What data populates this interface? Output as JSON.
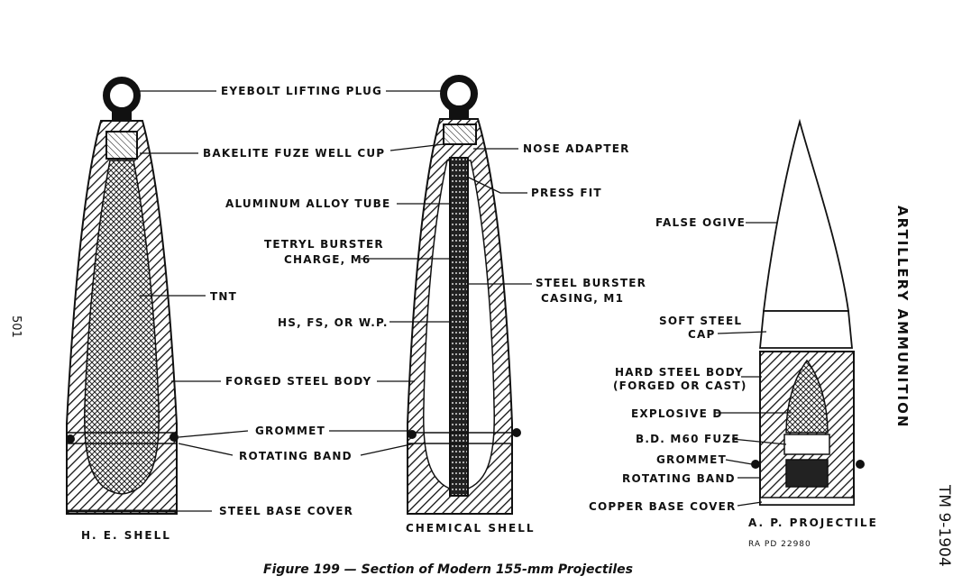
{
  "figure": {
    "caption": "Figure 199 — Section of Modern 155-mm Projectiles",
    "page_number": "501",
    "side_title": "ARTILLERY AMMUNITION",
    "manual_number": "TM 9-1904",
    "reference": "RA PD 22980"
  },
  "shells": {
    "he": {
      "caption": "H. E. SHELL"
    },
    "chemical": {
      "caption": "CHEMICAL SHELL"
    },
    "ap": {
      "caption": "A. P. PROJECTILE"
    }
  },
  "labels": {
    "eyebolt": "EYEBOLT LIFTING PLUG",
    "bakelite": "BAKELITE FUZE WELL CUP",
    "tnt": "TNT",
    "forged_body": "FORGED STEEL BODY",
    "grommet": "GROMMET",
    "rotating_band": "ROTATING BAND",
    "base_cover": "STEEL BASE COVER",
    "nose_adapter": "NOSE ADAPTER",
    "press_fit": "PRESS FIT",
    "aluminum_tube": "ALUMINUM ALLOY TUBE",
    "tetryl_1": "TETRYL BURSTER",
    "tetryl_2": "CHARGE, M6",
    "burster_casing_1": "STEEL BURSTER",
    "burster_casing_2": "CASING, M1",
    "filler": "HS, FS, OR W.P.",
    "false_ogive": "FALSE OGIVE",
    "soft_cap_1": "SOFT STEEL",
    "soft_cap_2": "CAP",
    "hard_body_1": "HARD STEEL BODY",
    "hard_body_2": "(FORGED OR CAST)",
    "explosive_d": "EXPLOSIVE D",
    "bd_fuze": "B.D. M60 FUZE",
    "ap_grommet": "GROMMET",
    "ap_rotating_band": "ROTATING BAND",
    "copper_base": "COPPER BASE COVER"
  }
}
